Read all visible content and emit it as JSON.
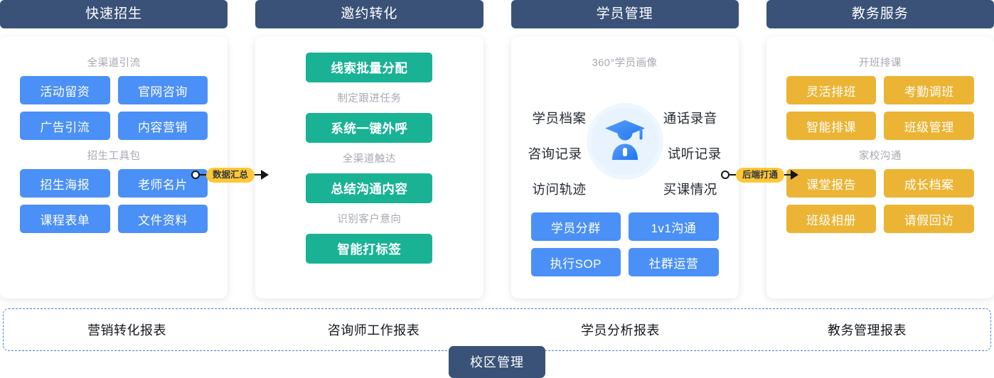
{
  "columns": [
    {
      "header": "快速招生",
      "accent": "#4a90f6",
      "groups": [
        {
          "label": "全渠道引流",
          "items": [
            "活动留资",
            "官网咨询",
            "广告引流",
            "内容营销"
          ]
        },
        {
          "label": "招生工具包",
          "items": [
            "招生海报",
            "老师名片",
            "课程表单",
            "文件资料"
          ]
        }
      ]
    },
    {
      "header": "邀约转化",
      "accent": "#19b295",
      "stack": [
        {
          "type": "chip",
          "text": "线索批量分配"
        },
        {
          "type": "label",
          "text": "制定跟进任务"
        },
        {
          "type": "chip",
          "text": "系统一键外呼"
        },
        {
          "type": "label",
          "text": "全渠道触达"
        },
        {
          "type": "chip",
          "text": "总结沟通内容"
        },
        {
          "type": "label",
          "text": "识别客户意向"
        },
        {
          "type": "chip",
          "text": "智能打标签"
        }
      ]
    },
    {
      "header": "学员管理",
      "accent": "#4a90f6",
      "portrait": {
        "title": "360°学员画像",
        "icon": "graduate-student-icon",
        "left_tags": [
          "学员档案",
          "咨询记录",
          "访问轨迹"
        ],
        "right_tags": [
          "通话录音",
          "试听记录",
          "买课情况"
        ]
      },
      "groups": [
        {
          "label": "",
          "items": [
            "学员分群",
            "1v1沟通",
            "执行SOP",
            "社群运营"
          ]
        }
      ]
    },
    {
      "header": "教务服务",
      "accent": "#ebb434",
      "groups": [
        {
          "label": "开班排课",
          "items": [
            "灵活排班",
            "考勤调班",
            "智能排课",
            "班级管理"
          ]
        },
        {
          "label": "家校沟通",
          "items": [
            "课堂报告",
            "成长档案",
            "班级相册",
            "请假回访"
          ]
        }
      ]
    }
  ],
  "connectors": [
    {
      "label": "数据汇总"
    },
    {
      "label": "后端打通"
    }
  ],
  "report_bar": {
    "items": [
      "营销转化报表",
      "咨询师工作报表",
      "学员分析报表",
      "教务管理报表"
    ]
  },
  "campus_badge": {
    "label": "校区管理"
  },
  "colors": {
    "header_bg": "#3a5278",
    "blue": "#4a90f6",
    "green": "#19b295",
    "yellow": "#ebb434",
    "pill": "#fdc736",
    "dashed_border": "#4a7fd6",
    "muted_text": "#a6a9b0",
    "circle_bg": "#e8f3fe"
  }
}
